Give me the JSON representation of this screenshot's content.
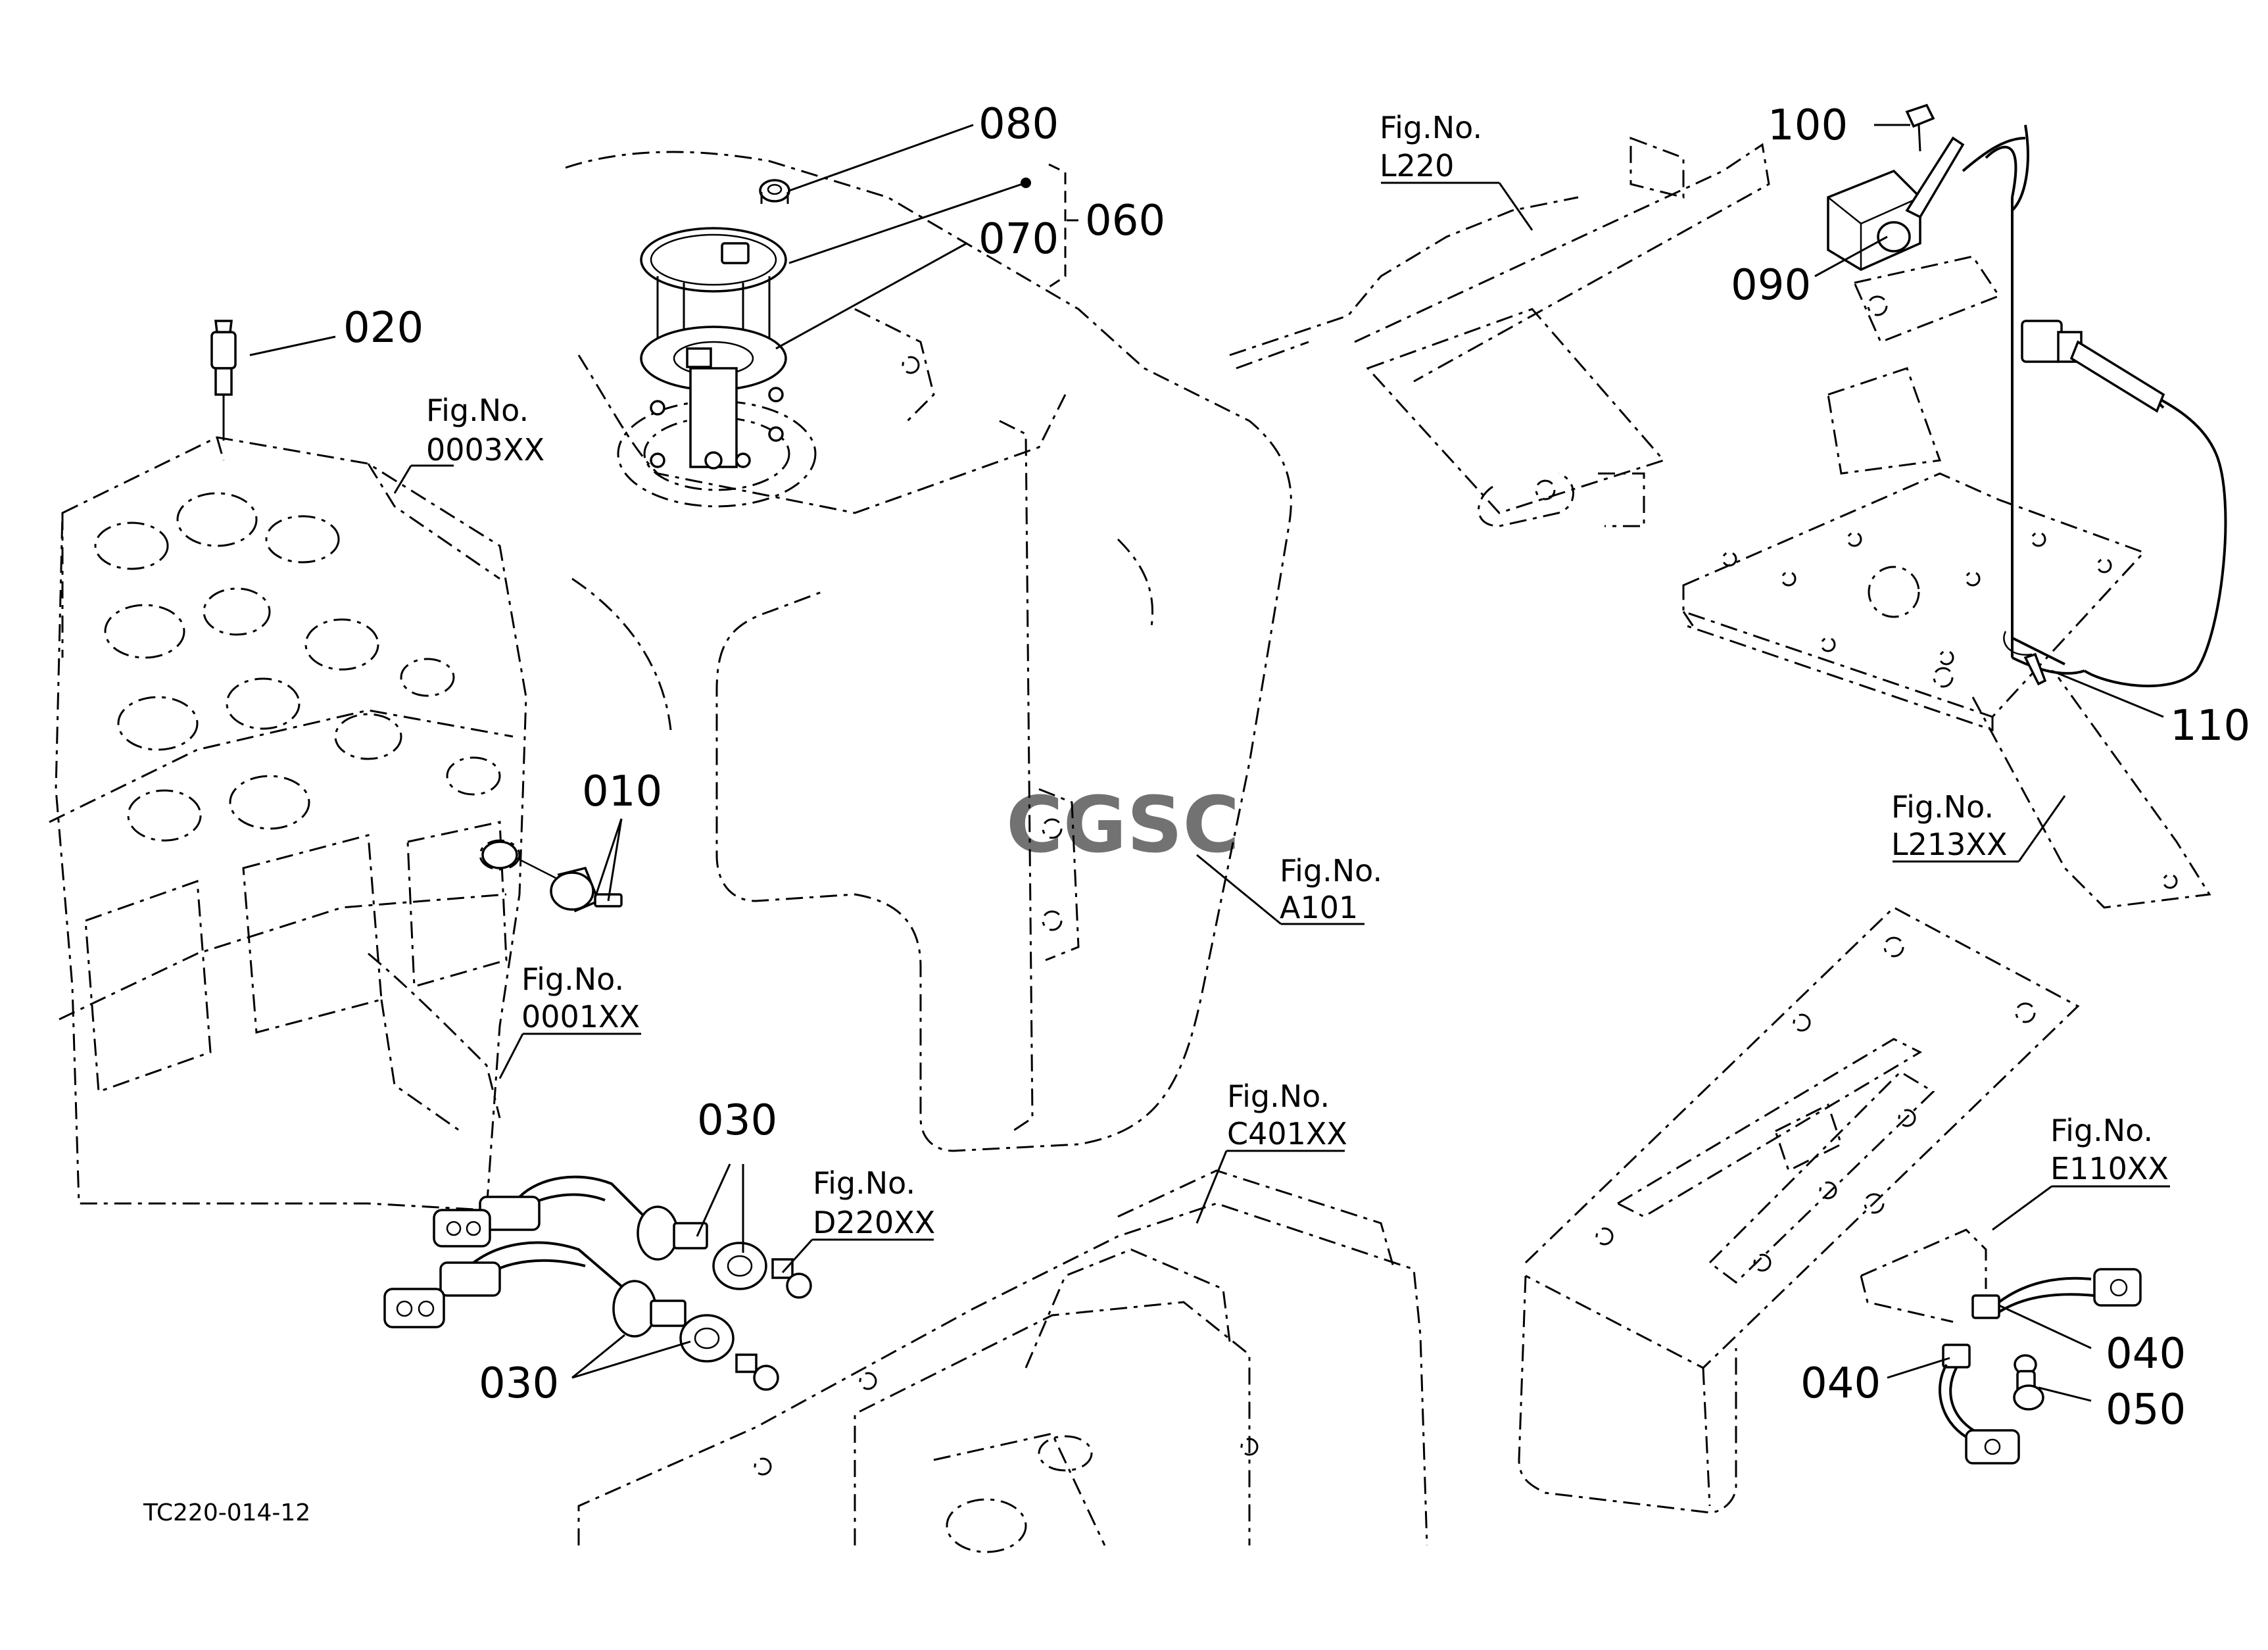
{
  "diagram_code": "TC220-014-12",
  "fig_prefix": "Fig.No.",
  "part_numbers": [
    "010",
    "020",
    "030",
    "040",
    "050",
    "060",
    "070",
    "080",
    "090",
    "100",
    "110"
  ],
  "callouts": {
    "p080": "080",
    "p060": "060",
    "p070": "070",
    "p020": "020",
    "p010": "010",
    "p030_top": "030",
    "p030_bottom": "030",
    "p100": "100",
    "p090": "090",
    "p110": "110",
    "p040_right": "040",
    "p040_left": "040",
    "p050": "050"
  },
  "figure_refs": {
    "f0003": "0003XX",
    "f0001": "0001XX",
    "fA101": "A101",
    "fL220": "L220",
    "fL213": "L213XX",
    "fD220": "D220XX",
    "fC401": "C401XX",
    "fE110": "E110XX"
  },
  "watermark": "CGSC"
}
